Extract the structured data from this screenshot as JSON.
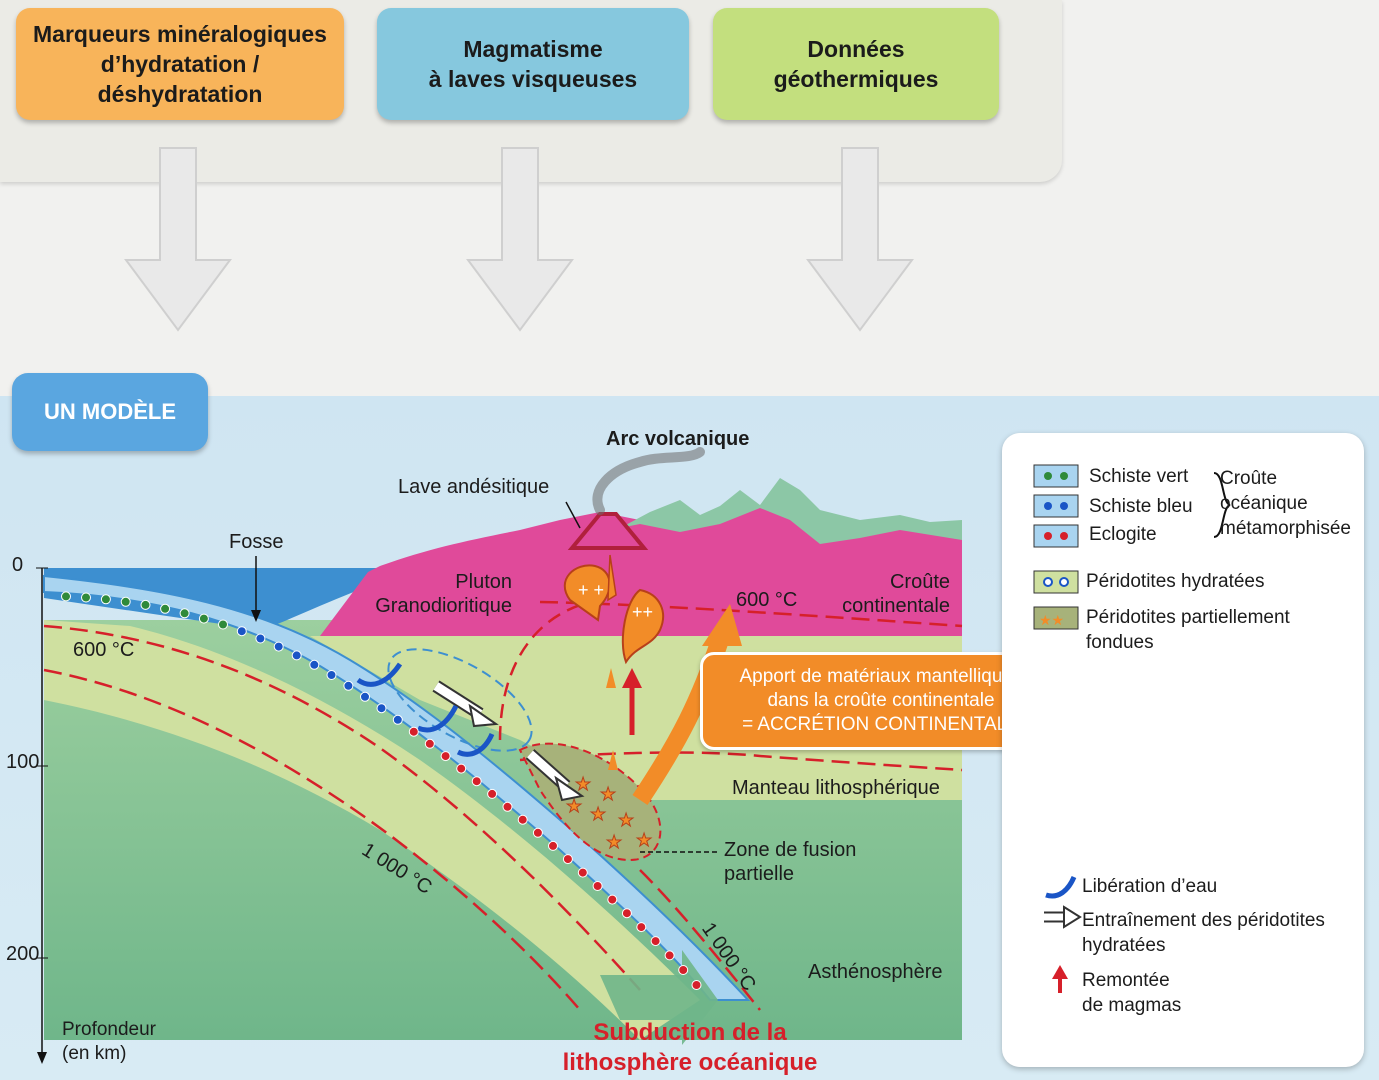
{
  "top_boxes": {
    "mineral": "Marqueurs minéralogiques\nd’hydratation /\ndéshydratation",
    "magmatism": "Magmatisme\nà laves visqueuses",
    "geothermal": "Données\ngéothermiques"
  },
  "model_tab": "UN MODÈLE",
  "labels": {
    "arc": "Arc volcanique",
    "lave": "Lave andésitique",
    "fosse": "Fosse",
    "pluton": "Pluton\nGranodioritique",
    "croute": "Croûte\ncontinentale",
    "iso600_right": "600 °C",
    "iso600_left": "600 °C",
    "manteau": "Manteau lithosphérique",
    "zone_fusion": "Zone de fusion\npartielle",
    "iso1000_a": "1 000 °C",
    "iso1000_b": "1 000 °C",
    "asthenosphere": "Asthénosphère",
    "subduction": "Subduction de la\nlithosphère océanique",
    "profondeur": "Profondeur\n(en km)"
  },
  "depth_ticks": [
    "0",
    "100",
    "200"
  ],
  "callout": "Apport de matériaux mantelliques\ndans la croûte continentale\n= ACCRÉTION CONTINENTALE",
  "legend": {
    "schiste_vert": "Schiste vert",
    "schiste_bleu": "Schiste bleu",
    "eclogite": "Eclogite",
    "croute_oceanique": "Croûte\nocéanique\nmétamorphisée",
    "peridotites_hydratees": "Péridotites hydratées",
    "peridotites_fondues": "Péridotites partiellement\nfondues",
    "liberation": "Libération d’eau",
    "entrainement": "Entraînement des péridotites\nhydratées",
    "remontee": "Remontée\nde magmas"
  },
  "colors": {
    "crust_pink": "#e04a9a",
    "ocean_blue": "#3d8fd0",
    "slab_blue": "#a9d4f0",
    "lith_mantle": "#cfe0a0",
    "asthenosphere": "#8fc89a",
    "isotherm_red": "#d6202a",
    "callout_orange": "#f28c28",
    "box_orange": "#f8b45a",
    "box_blue": "#86c8de",
    "box_green": "#c3df7e"
  }
}
